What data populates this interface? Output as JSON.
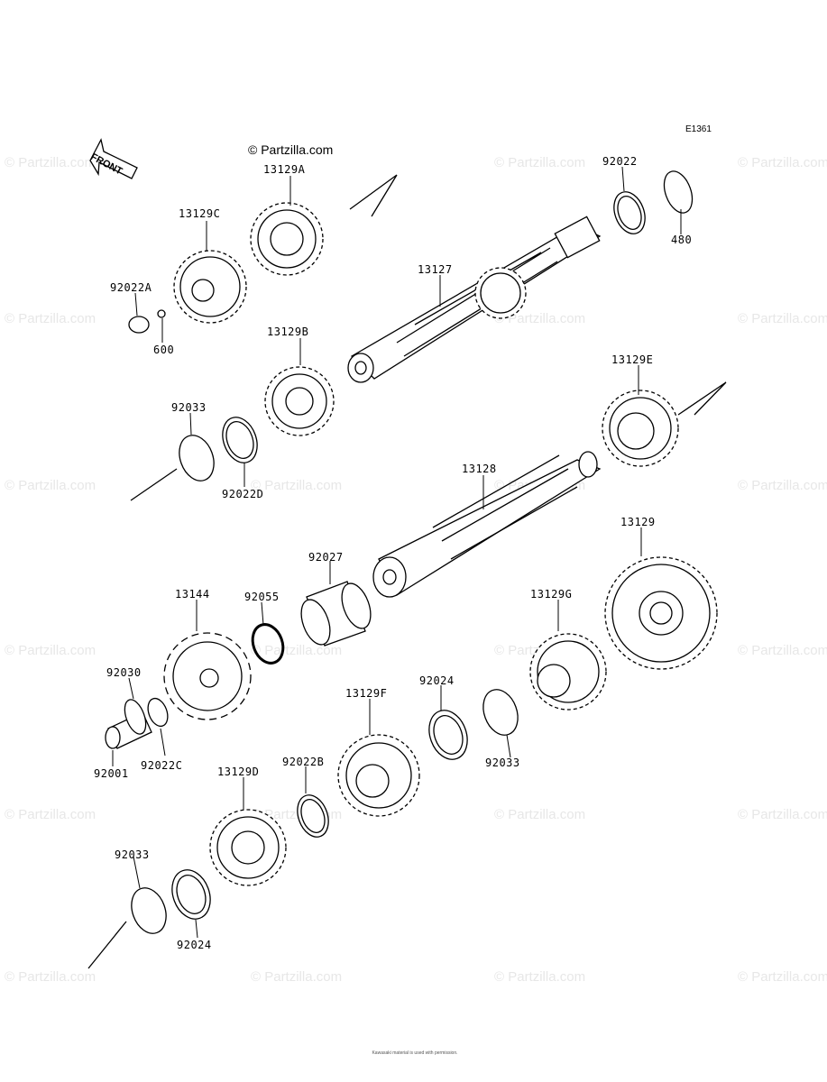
{
  "diagram": {
    "code": "E1361",
    "front_label": "FRONT",
    "brand_label": "© Partzilla.com",
    "watermark": "© Partzilla.com",
    "copyright": "Kawasaki material is used with permission.",
    "parts": [
      {
        "id": "p1",
        "label": "13129A"
      },
      {
        "id": "p2",
        "label": "13129C"
      },
      {
        "id": "p3",
        "label": "92022A"
      },
      {
        "id": "p4",
        "label": "600"
      },
      {
        "id": "p5",
        "label": "13127"
      },
      {
        "id": "p6",
        "label": "92022"
      },
      {
        "id": "p7",
        "label": "480"
      },
      {
        "id": "p8",
        "label": "13129B"
      },
      {
        "id": "p9",
        "label": "92033"
      },
      {
        "id": "p10",
        "label": "92022D"
      },
      {
        "id": "p11",
        "label": "13129E"
      },
      {
        "id": "p12",
        "label": "13128"
      },
      {
        "id": "p13",
        "label": "92027"
      },
      {
        "id": "p14",
        "label": "13144"
      },
      {
        "id": "p15",
        "label": "92055"
      },
      {
        "id": "p16",
        "label": "13129"
      },
      {
        "id": "p17",
        "label": "13129G"
      },
      {
        "id": "p18",
        "label": "92030"
      },
      {
        "id": "p19",
        "label": "92024"
      },
      {
        "id": "p20",
        "label": "13129F"
      },
      {
        "id": "p21",
        "label": "92001"
      },
      {
        "id": "p22",
        "label": "92022C"
      },
      {
        "id": "p23",
        "label": "92033"
      },
      {
        "id": "p24",
        "label": "13129D"
      },
      {
        "id": "p25",
        "label": "92022B"
      },
      {
        "id": "p26",
        "label": "92033"
      },
      {
        "id": "p27",
        "label": "92024"
      }
    ]
  }
}
